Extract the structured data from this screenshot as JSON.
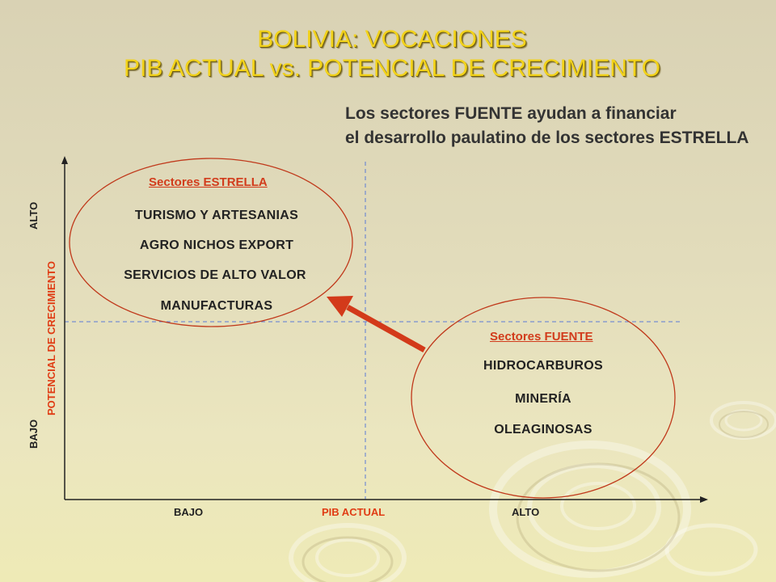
{
  "title": {
    "line1": "BOLIVIA: VOCACIONES",
    "line2": "PIB ACTUAL vs. POTENCIAL DE CRECIMIENTO"
  },
  "subtitle": {
    "line1": "Los sectores FUENTE ayudan a financiar",
    "line2": "el desarrollo paulatino de los sectores ESTRELLA"
  },
  "axes": {
    "x_title": "PIB ACTUAL",
    "x_low": "BAJO",
    "x_high": "ALTO",
    "y_title": "POTENCIAL DE CRECIMIENTO",
    "y_low": "BAJO",
    "y_high": "ALTO"
  },
  "star": {
    "heading": "Sectores ESTRELLA",
    "items": [
      "TURISMO Y ARTESANIAS",
      "AGRO NICHOS EXPORT",
      "SERVICIOS DE ALTO VALOR",
      "MANUFACTURAS"
    ]
  },
  "source": {
    "heading": "Sectores FUENTE",
    "items": [
      "HIDROCARBUROS",
      "MINERÍA",
      "OLEAGINOSAS"
    ]
  },
  "colors": {
    "title": "#f2d21a",
    "accent_red": "#e03c14",
    "ellipse_stroke": "#c0391b",
    "arrow": "#d33a1a",
    "divider": "#5a7ad6",
    "axis": "#222222"
  }
}
